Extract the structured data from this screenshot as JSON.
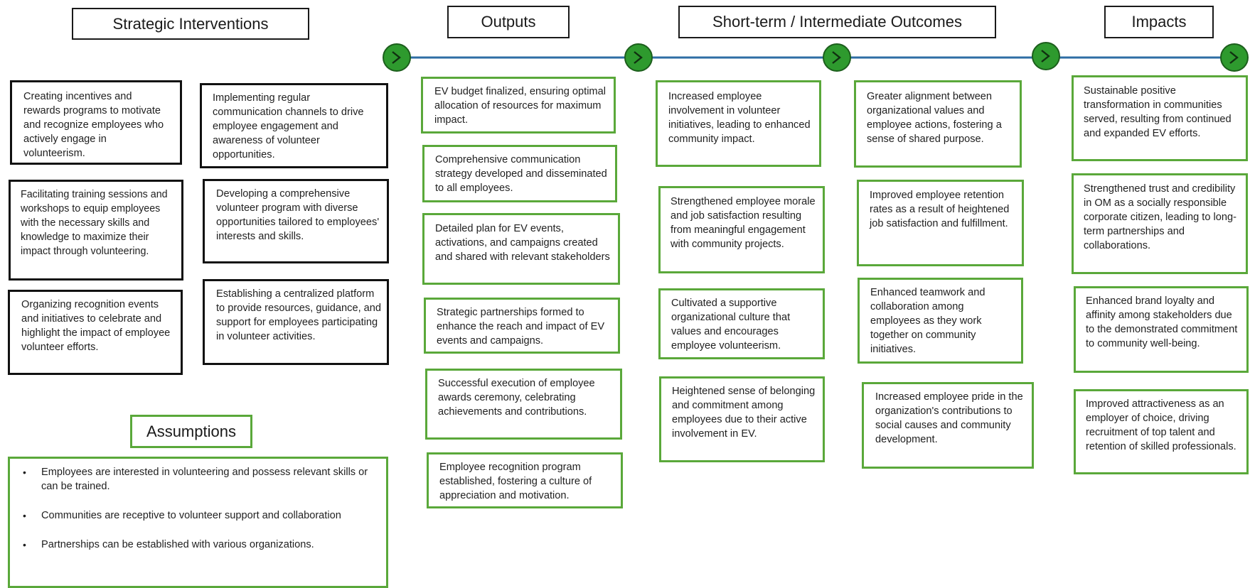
{
  "headers": {
    "strategic": "Strategic Interventions",
    "outputs": "Outputs",
    "outcomes": "Short-term / Intermediate Outcomes",
    "impacts": "Impacts",
    "assumptions": "Assumptions"
  },
  "timeline": {
    "color": "#2e6da4",
    "node_fill": "#2e9a2e",
    "node_icon": "chevron-right-icon"
  },
  "colors": {
    "black_border": "#111111",
    "green_border": "#5aa83a"
  },
  "interventions": [
    "Creating incentives and rewards programs to motivate and recognize employees who actively engage in volunteerism.",
    "Implementing regular communication channels to drive employee engagement and awareness of volunteer opportunities.",
    "Facilitating training sessions and workshops to equip employees with the necessary skills and knowledge to maximize their impact through volunteering.",
    "Developing a comprehensive volunteer program with diverse opportunities tailored to employees' interests and skills.",
    "Organizing recognition events and initiatives to celebrate and highlight the impact of employee volunteer efforts.",
    "Establishing a centralized platform to provide resources, guidance, and support for employees participating in volunteer activities."
  ],
  "outputs": [
    "EV budget finalized, ensuring optimal allocation of resources for maximum impact.",
    "Comprehensive communication strategy developed and disseminated to all employees.",
    "Detailed plan for EV events, activations, and campaigns created and shared with relevant stakeholders",
    "Strategic partnerships formed to enhance the reach and impact of EV events and campaigns.",
    "Successful execution of employee awards ceremony, celebrating achievements and contributions.",
    "Employee recognition program established, fostering a culture of appreciation and motivation."
  ],
  "outcomes_col1": [
    "Increased employee involvement in volunteer initiatives, leading to enhanced community impact.",
    "Strengthened employee morale and job satisfaction resulting from meaningful engagement with community projects.",
    "Cultivated a supportive organizational culture that values and encourages employee volunteerism.",
    "Heightened sense of belonging and commitment among employees due to their active involvement in EV."
  ],
  "outcomes_col2": [
    "Greater alignment between organizational values and employee actions, fostering a sense of shared purpose.",
    "Improved employee retention rates as a result of heightened job satisfaction and fulfillment.",
    "Enhanced teamwork and collaboration among employees as they work together on community initiatives.",
    "Increased employee pride in the organization's contributions to social causes and community development."
  ],
  "impacts": [
    "Sustainable positive transformation in communities served, resulting from continued and expanded EV efforts.",
    "Strengthened trust and credibility in OM as a socially responsible corporate citizen, leading to long-term partnerships and collaborations.",
    "Enhanced brand loyalty and affinity among stakeholders due to the demonstrated commitment to community well-being.",
    "Improved attractiveness as an employer of choice, driving recruitment of top talent and retention of skilled professionals."
  ],
  "assumptions": [
    "Employees are interested in volunteering and possess relevant skills or can be trained.",
    "Communities are receptive to volunteer support and collaboration",
    "Partnerships can be established with various organizations."
  ]
}
